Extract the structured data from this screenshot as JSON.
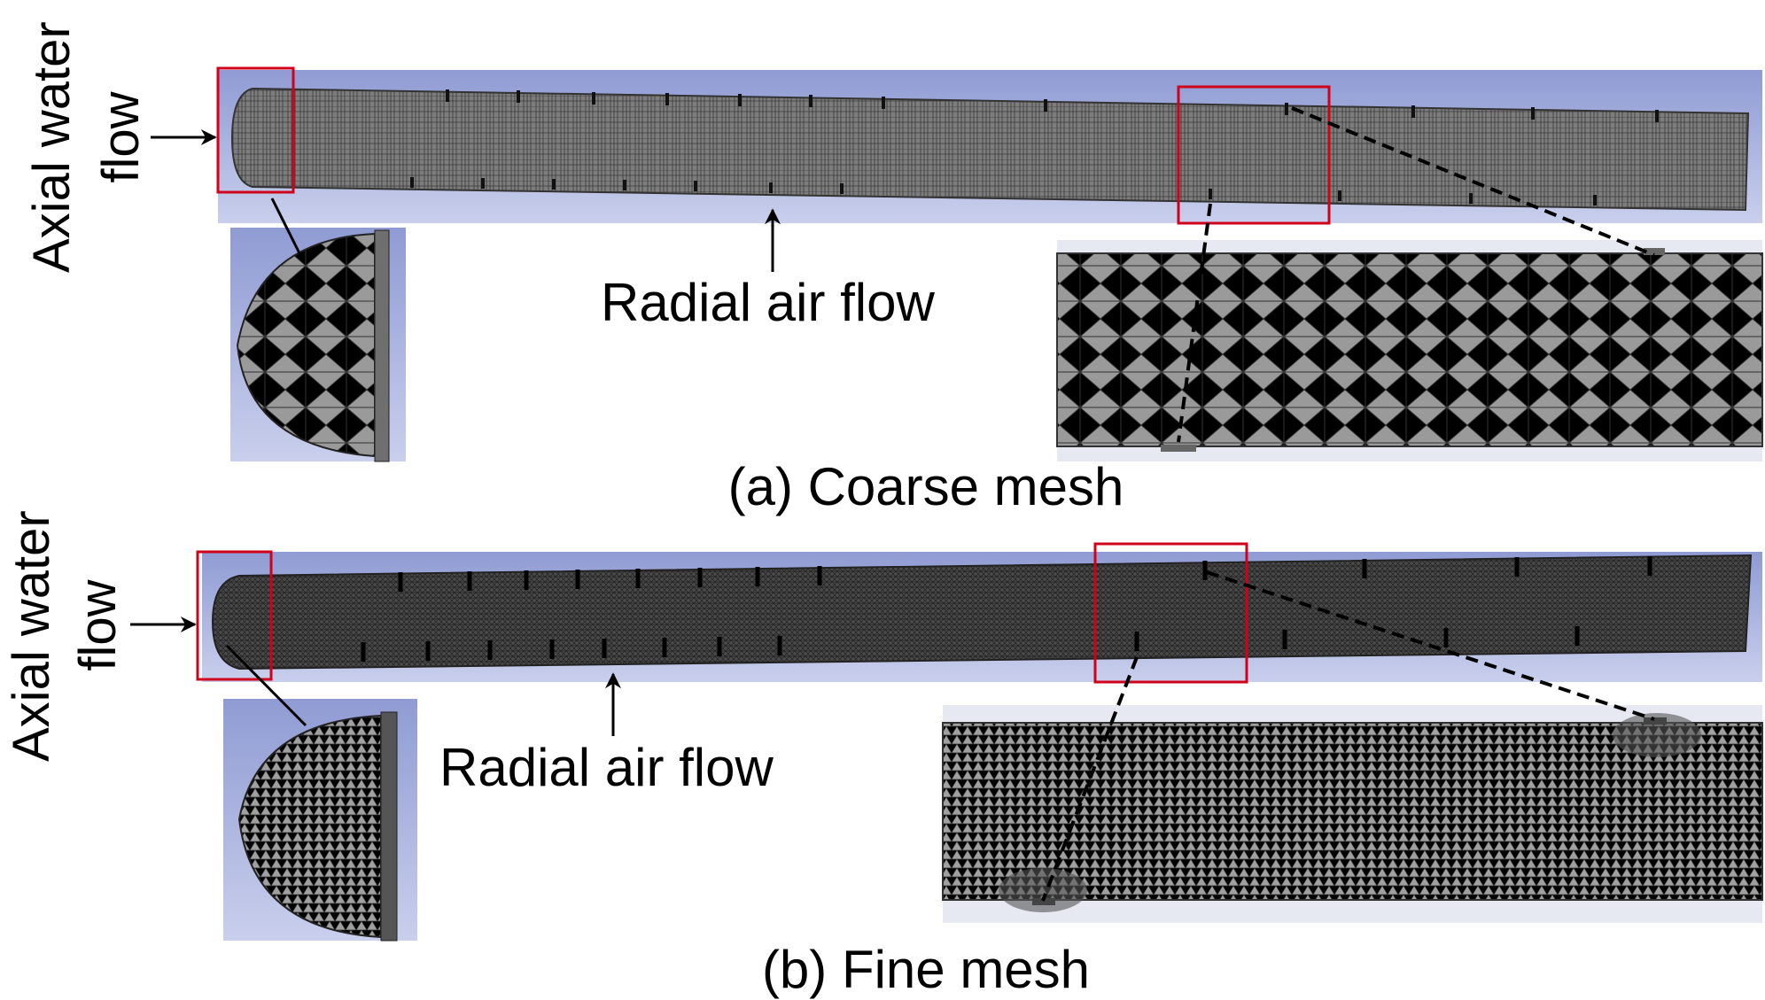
{
  "panel_a": {
    "axial_label_line1": "Axial water",
    "axial_label_line2": "flow",
    "radial_label": "Radial air flow",
    "caption": "(a) Coarse mesh"
  },
  "panel_b": {
    "axial_label_line1": "Axial water",
    "axial_label_line2": "flow",
    "radial_label": "Radial air flow",
    "caption": "(b) Fine mesh"
  },
  "colors": {
    "highlight_box": "#d0021b",
    "background_blue_top": "#8f9bd3",
    "background_blue_bottom": "#c9cfec",
    "mesh_gray": "#8c8c8c"
  }
}
